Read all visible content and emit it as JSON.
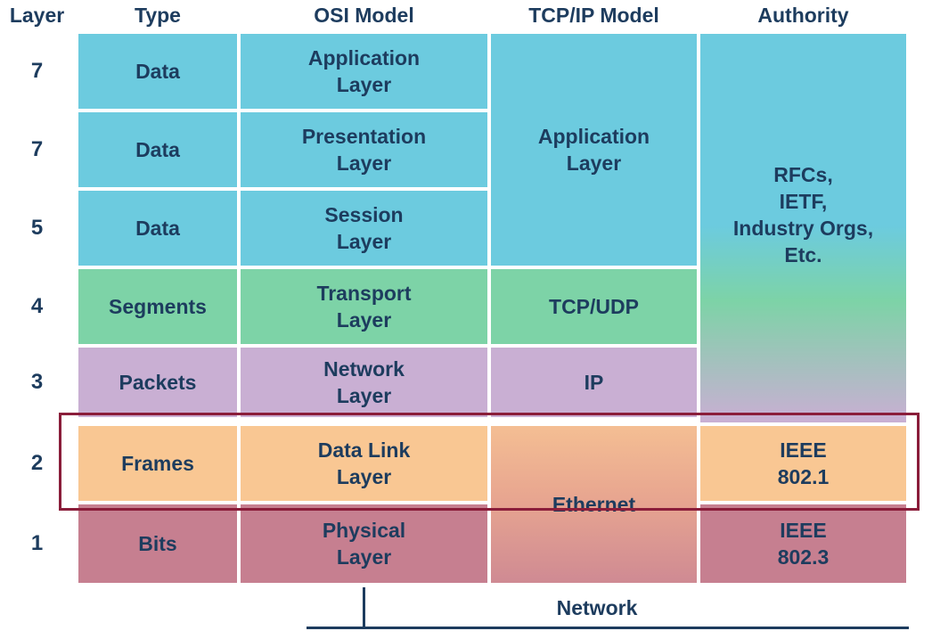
{
  "headers": {
    "layer": "Layer",
    "type": "Type",
    "osi": "OSI Model",
    "tcpip": "TCP/IP Model",
    "authority": "Authority"
  },
  "rows": [
    {
      "layer": "7",
      "type": "Data",
      "osi": "Application\nLayer"
    },
    {
      "layer": "7",
      "type": "Data",
      "osi": "Presentation\nLayer"
    },
    {
      "layer": "5",
      "type": "Data",
      "osi": "Session\nLayer"
    },
    {
      "layer": "4",
      "type": "Segments",
      "osi": "Transport\nLayer"
    },
    {
      "layer": "3",
      "type": "Packets",
      "osi": "Network\nLayer"
    },
    {
      "layer": "2",
      "type": "Frames",
      "osi": "Data Link\nLayer"
    },
    {
      "layer": "1",
      "type": "Bits",
      "osi": "Physical\nLayer"
    }
  ],
  "tcpip": {
    "application": "Application\nLayer",
    "transport": "TCP/UDP",
    "internet": "IP",
    "link": "Ethernet"
  },
  "authority": {
    "upper": "RFCs,\nIETF,\nIndustry Orgs,\nEtc.",
    "datalink": "IEEE\n802.1",
    "physical": "IEEE\n802.3"
  },
  "network_label": "Network",
  "colors": {
    "application": "#6ccbdf",
    "transport": "#7dd3a7",
    "network": "#c9afd3",
    "datalink": "#f9c793",
    "physical": "#c67f90",
    "highlight_border": "#8a1d3a",
    "text": "#1d3c5e"
  }
}
